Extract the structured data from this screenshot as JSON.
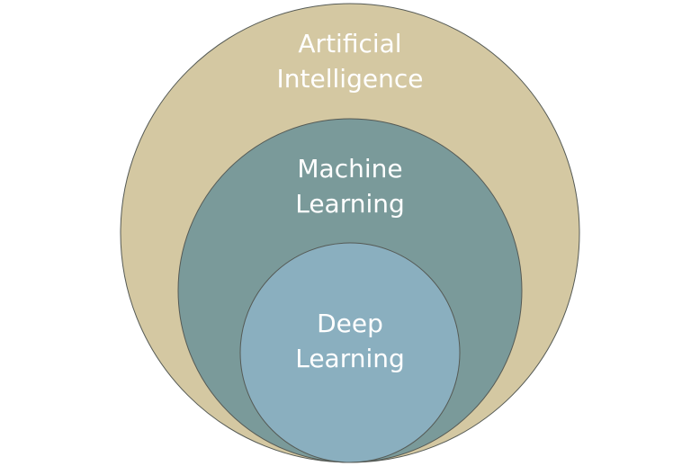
{
  "diagram": {
    "type": "nested-circles",
    "circles": [
      {
        "name": "artificial-intelligence",
        "line1": "Artificial",
        "line2": "Intelligence",
        "fill": "#d4c8a2"
      },
      {
        "name": "machine-learning",
        "line1": "Machine",
        "line2": "Learning",
        "fill": "#7a9a9a"
      },
      {
        "name": "deep-learning",
        "line1": "Deep",
        "line2": "Learning",
        "fill": "#8aafbf"
      }
    ],
    "stroke_color": "#555a55"
  }
}
